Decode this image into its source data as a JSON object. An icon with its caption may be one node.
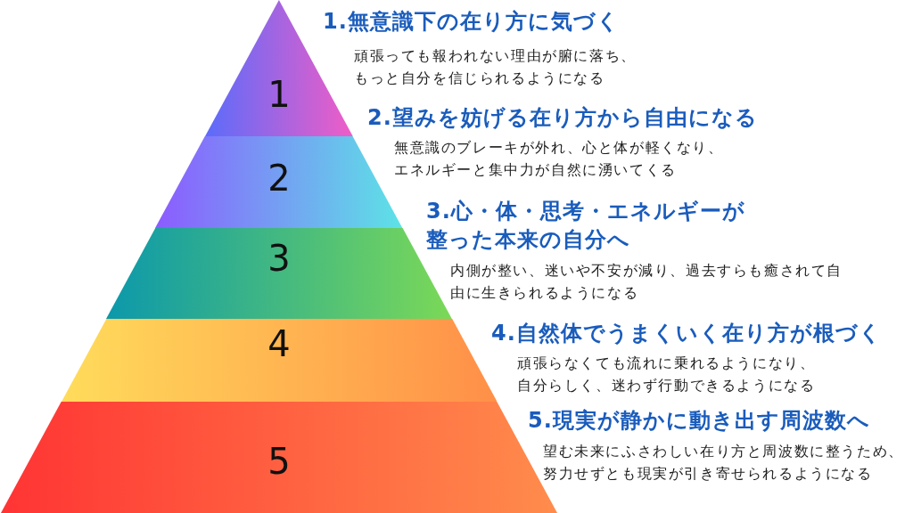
{
  "diagram": {
    "nodes": [
      {
        "text": [
          "1"
        ],
        "beside": [
          "1.無意識下の在り方に気づく",
          "頑張っても報われない理由が腑に落ち、もっと自分を信じられるようになる"
        ]
      },
      {
        "text": [
          "2"
        ],
        "beside": [
          "2.望みを妨げる在り方から自由になる",
          "無意識のブレーキが外れ、心と体が軽くなり、エネルギーと集中力が自然に湧いてくる"
        ]
      },
      {
        "text": [
          "3"
        ],
        "beside": [
          "3.心・体・思考・エネルギーが整った本来の自分へ",
          "内側が整い、迷いや不安が減り、過去すらも癒されて自由に生きられるようになる"
        ]
      },
      {
        "text": [
          "4"
        ],
        "beside": [
          "4.自然体でうまくいく在り方が根づく",
          "頑張らなくても流れに乗れるようになり、自分らしく、迷わず行動できるようになる"
        ]
      },
      {
        "text": [
          "5"
        ],
        "beside": [
          "5.現実が静かに動き出す周波数へ",
          "望む未来にふさわしい在り方と周波数に整うため、努力せずとも現実が引き寄せられるようになる"
        ]
      }
    ]
  }
}
